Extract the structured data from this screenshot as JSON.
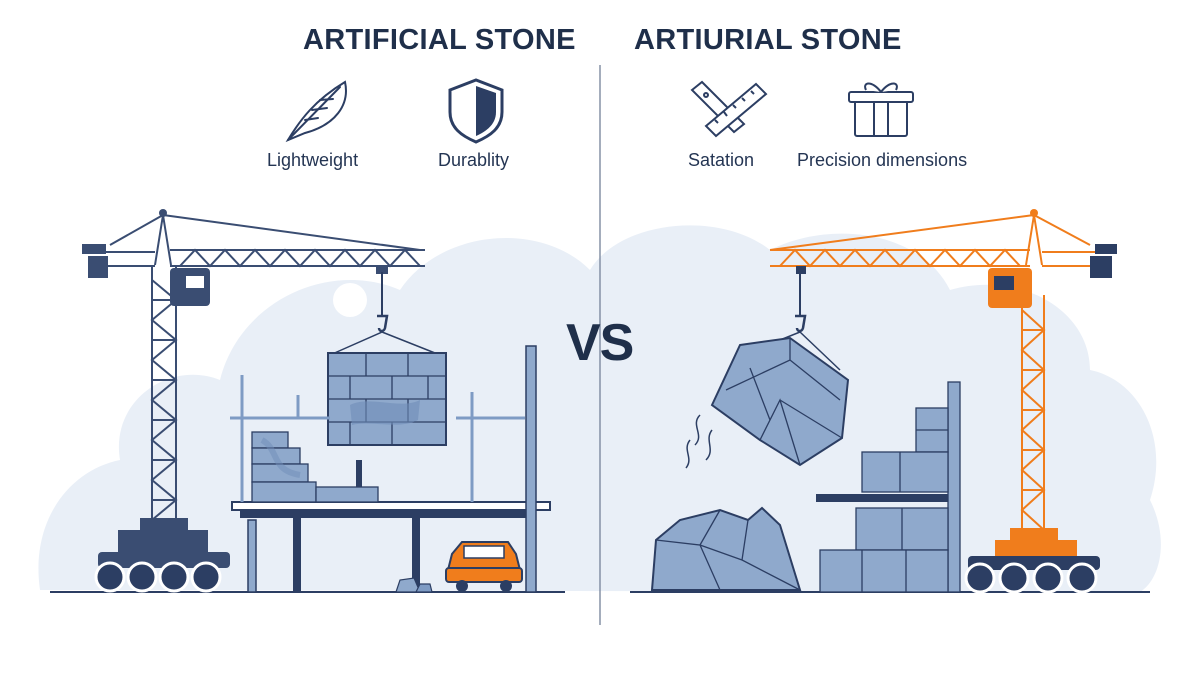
{
  "left_panel": {
    "heading": "ARTIFICIAL STONE",
    "features": [
      {
        "label": "Lightweight",
        "icon": "feather-icon"
      },
      {
        "label": "Durablity",
        "icon": "shield-icon"
      }
    ],
    "crane_color": "#3a4d72"
  },
  "right_panel": {
    "heading": "ARTIURIAL STONE",
    "features": [
      {
        "label": "Satation",
        "icon": "ruler-icon"
      },
      {
        "label": "Precision dimensions",
        "icon": "gift-box-icon"
      }
    ],
    "crane_color": "#f07d1c"
  },
  "center": {
    "label": "VS"
  },
  "colors": {
    "navy": "#2c3e63",
    "stone": "#7e9bc4",
    "cloud": "#e9eff7",
    "orange": "#f07d1c"
  }
}
